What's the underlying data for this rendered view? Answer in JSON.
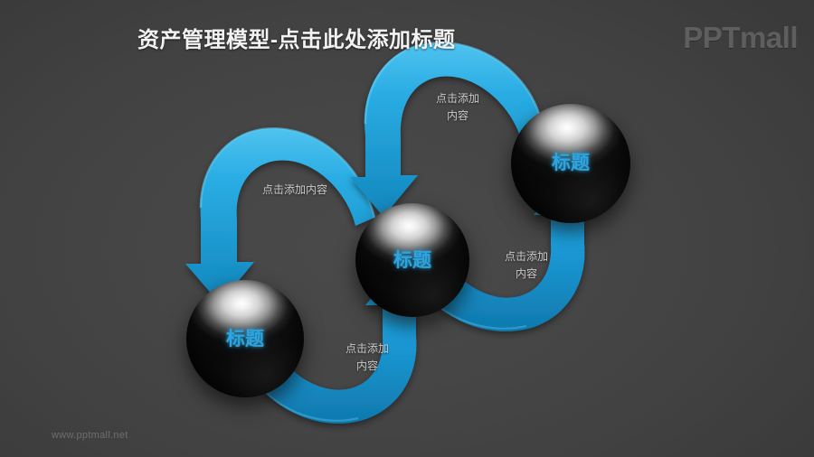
{
  "slide": {
    "title": "资产管理模型-点击此处添加标题",
    "logo_text": "PPTmall",
    "footer_url": "www.pptmall.net",
    "background_color": "#414141",
    "accent_color": "#29abe2",
    "title_color": "#f2f2f2"
  },
  "nodes": [
    {
      "id": "node-1",
      "label": "标题",
      "position": "bottom-left"
    },
    {
      "id": "node-2",
      "label": "标题",
      "position": "middle-center"
    },
    {
      "id": "node-3",
      "label": "标题",
      "position": "top-right"
    }
  ],
  "captions": [
    {
      "id": "caption-upper-left",
      "text": "点击添加内容"
    },
    {
      "id": "caption-upper-right",
      "text": "点击添加\n内容"
    },
    {
      "id": "caption-lower-right",
      "text": "点击添加\n内容"
    },
    {
      "id": "caption-lower-left",
      "text": "点击添加\n内容"
    }
  ],
  "connectors": [
    {
      "id": "arrow-2-to-1",
      "direction": "down-left",
      "color": "#29abe2"
    },
    {
      "id": "arrow-3-to-2",
      "direction": "down-left",
      "color": "#29abe2"
    },
    {
      "id": "arrow-1-to-2",
      "direction": "up-left",
      "color": "#1b9ad6"
    },
    {
      "id": "arrow-2-to-3",
      "direction": "up-right",
      "color": "#1b9ad6"
    }
  ]
}
